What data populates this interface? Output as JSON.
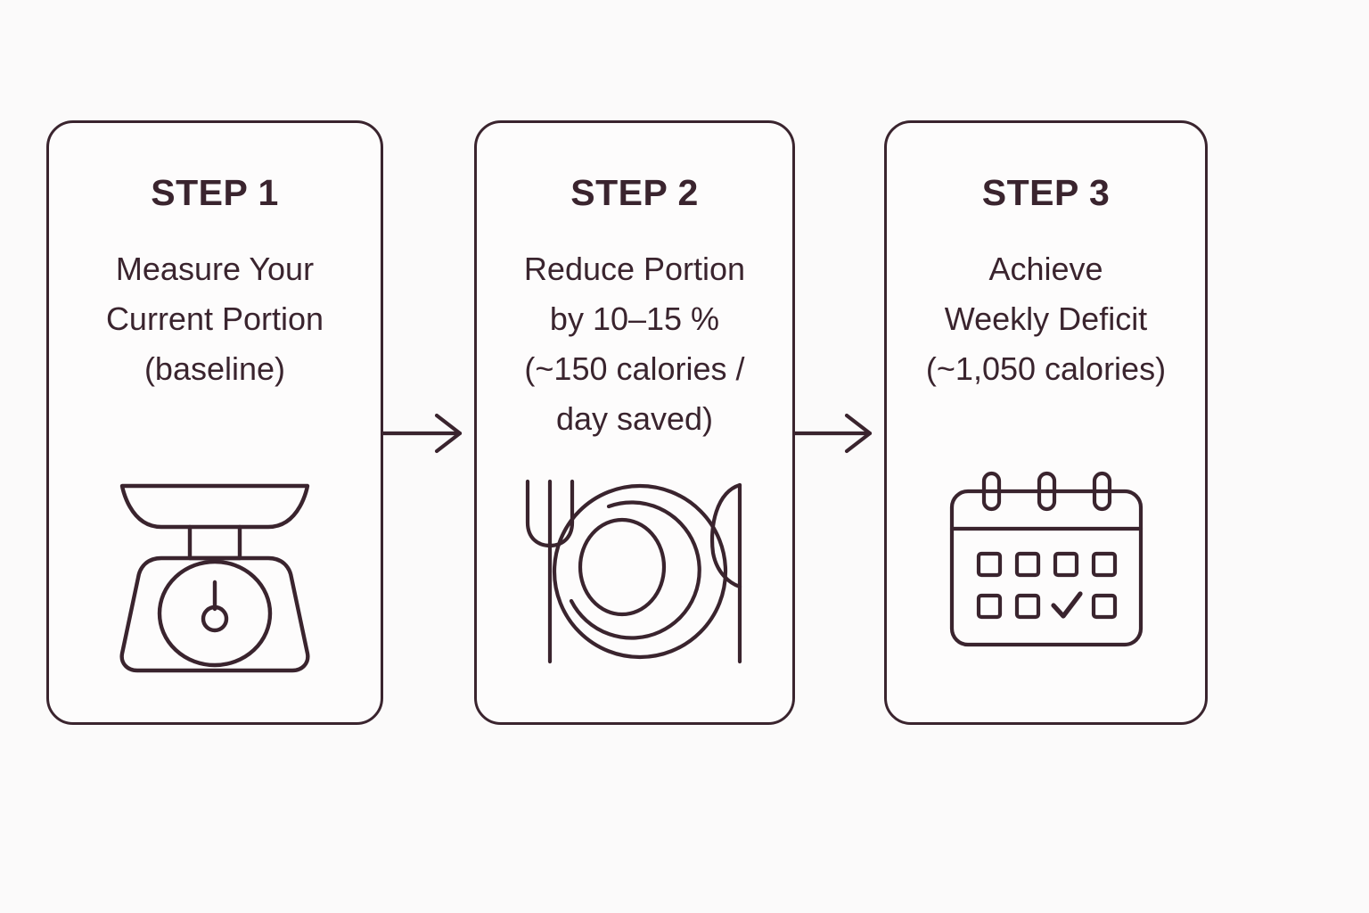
{
  "diagram": {
    "title": "Portion reduction three step process",
    "accent_color": "#3a242e",
    "card_fill": "#fdfcfc",
    "page_background": "#fbfafa",
    "steps": [
      {
        "heading": "STEP 1",
        "description": "Measure Your\nCurrent Portion\n(baseline)",
        "icon": "kitchen-scale-icon"
      },
      {
        "heading": "STEP 2",
        "description": "Reduce Portion\nby 10–15 %\n(~150 calories /\nday saved)",
        "icon": "plate-fork-knife-icon"
      },
      {
        "heading": "STEP 3",
        "description": "Achieve\nWeekly Deficit\n(~1,050 calories)",
        "icon": "calendar-check-icon"
      }
    ],
    "connectors": [
      {
        "name": "arrow-step1-to-step2",
        "direction": "right"
      },
      {
        "name": "arrow-step2-to-step3",
        "direction": "right"
      }
    ]
  }
}
